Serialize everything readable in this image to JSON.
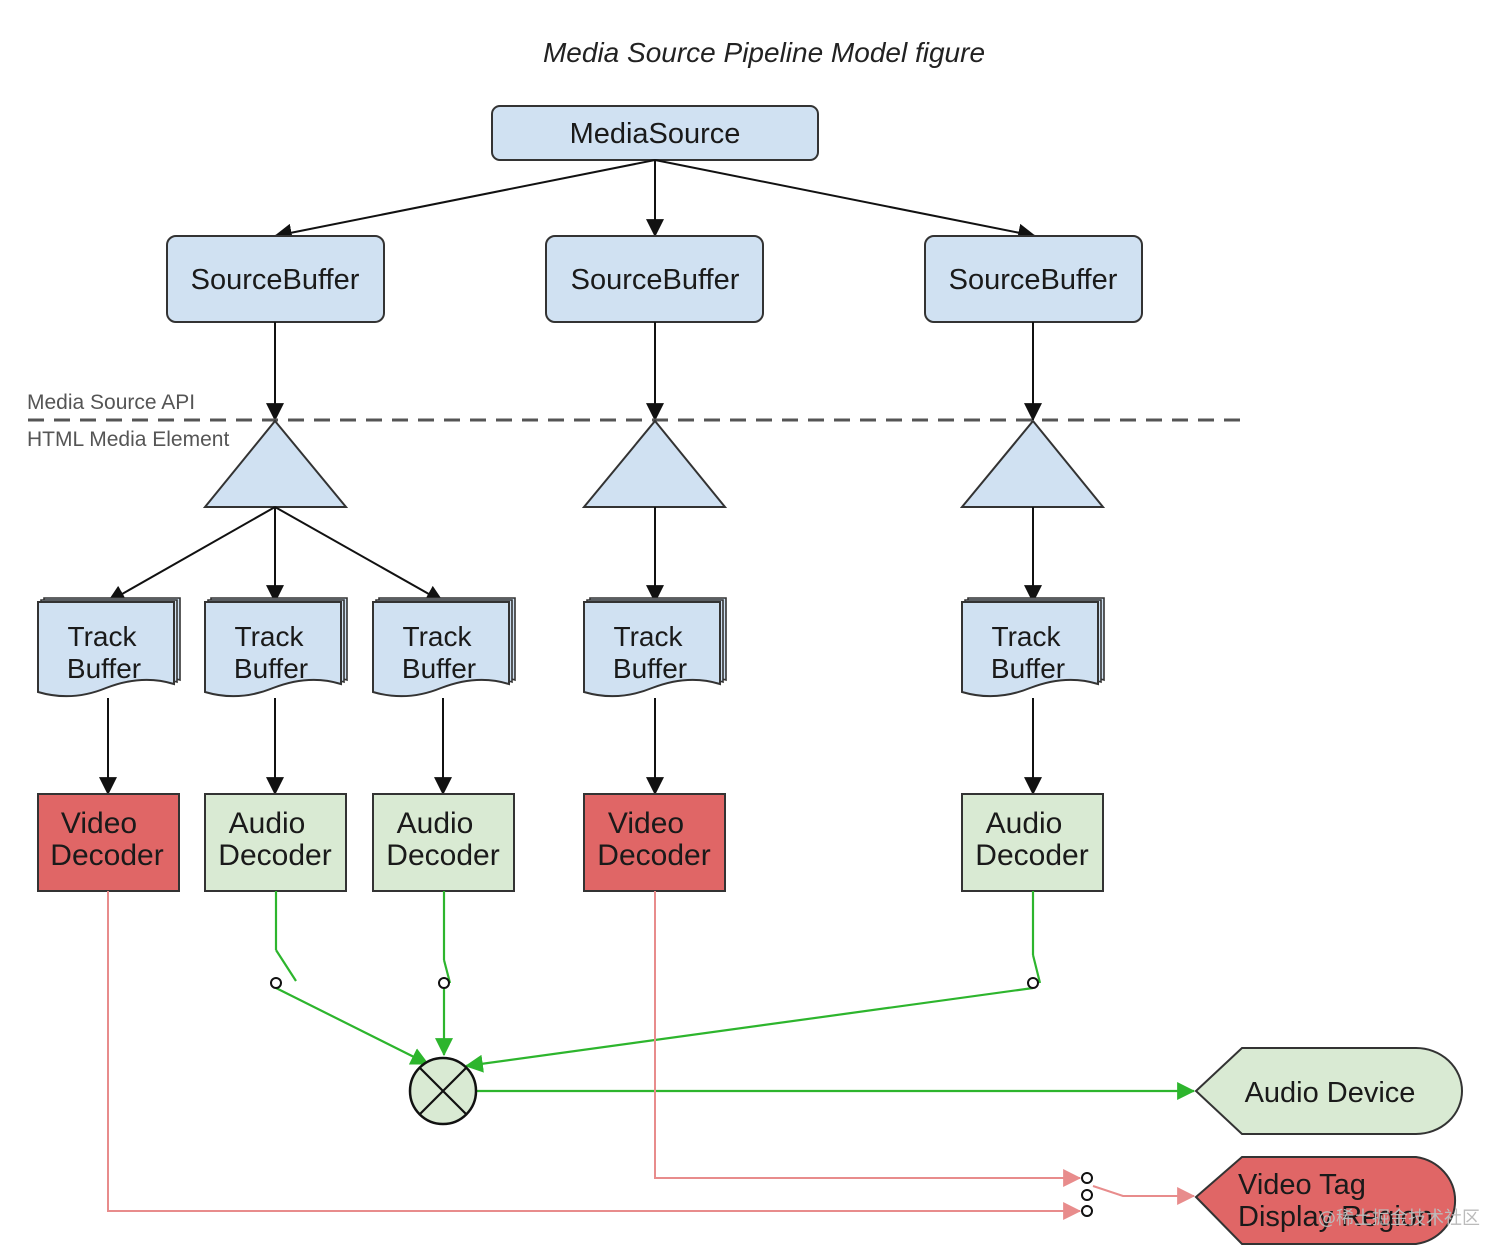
{
  "diagram": {
    "title": "Media Source Pipeline Model figure",
    "media_source": {
      "label": "MediaSource"
    },
    "source_buffers": [
      {
        "label": "SourceBuffer"
      },
      {
        "label": "SourceBuffer"
      },
      {
        "label": "SourceBuffer"
      }
    ],
    "boundary": {
      "upper_label": "Media Source API",
      "lower_label": "HTML Media Element"
    },
    "track_buffers": [
      {
        "line1": "Track",
        "line2": "Buffer"
      },
      {
        "line1": "Track",
        "line2": "Buffer"
      },
      {
        "line1": "Track",
        "line2": "Buffer"
      },
      {
        "line1": "Track",
        "line2": "Buffer"
      },
      {
        "line1": "Track",
        "line2": "Buffer"
      }
    ],
    "decoders": [
      {
        "line1": "Video",
        "line2": "Decoder",
        "kind": "video"
      },
      {
        "line1": "Audio",
        "line2": "Decoder",
        "kind": "audio"
      },
      {
        "line1": "Audio",
        "line2": "Decoder",
        "kind": "audio"
      },
      {
        "line1": "Video",
        "line2": "Decoder",
        "kind": "video"
      },
      {
        "line1": "Audio",
        "line2": "Decoder",
        "kind": "audio"
      }
    ],
    "outputs": {
      "audio_device": {
        "label": "Audio Device"
      },
      "video_tag": {
        "line1": "Video Tag",
        "line2": "Display Region"
      }
    },
    "watermark": "@稀土掘金技术社区"
  },
  "colors": {
    "node_fill": "#d0e1f2",
    "node_stroke": "#333333",
    "video_fill": "#e06666",
    "audio_fill": "#d9ead3",
    "audio_line": "#2db52d",
    "video_line": "#e88c8c",
    "black_line": "#111111",
    "dashed_line": "#555555"
  }
}
